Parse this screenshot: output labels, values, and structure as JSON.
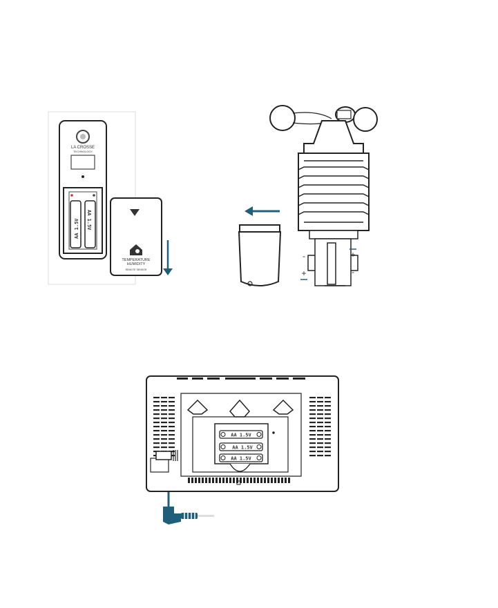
{
  "colors": {
    "accent": "#1f5f7a",
    "line": "#222222",
    "light": "#dddddd"
  },
  "sensor": {
    "brand": "LA CROSSE",
    "brand_sub": "TECHNOLOGY",
    "battery": "AA 1.5V",
    "cover_line1": "TEMPERATURE",
    "cover_line2": "HUMIDITY",
    "cover_line3": "REMOTE SENSOR"
  },
  "wind": {
    "plus": "+",
    "minus": "-"
  },
  "console": {
    "battery": "AA 1.5V"
  }
}
